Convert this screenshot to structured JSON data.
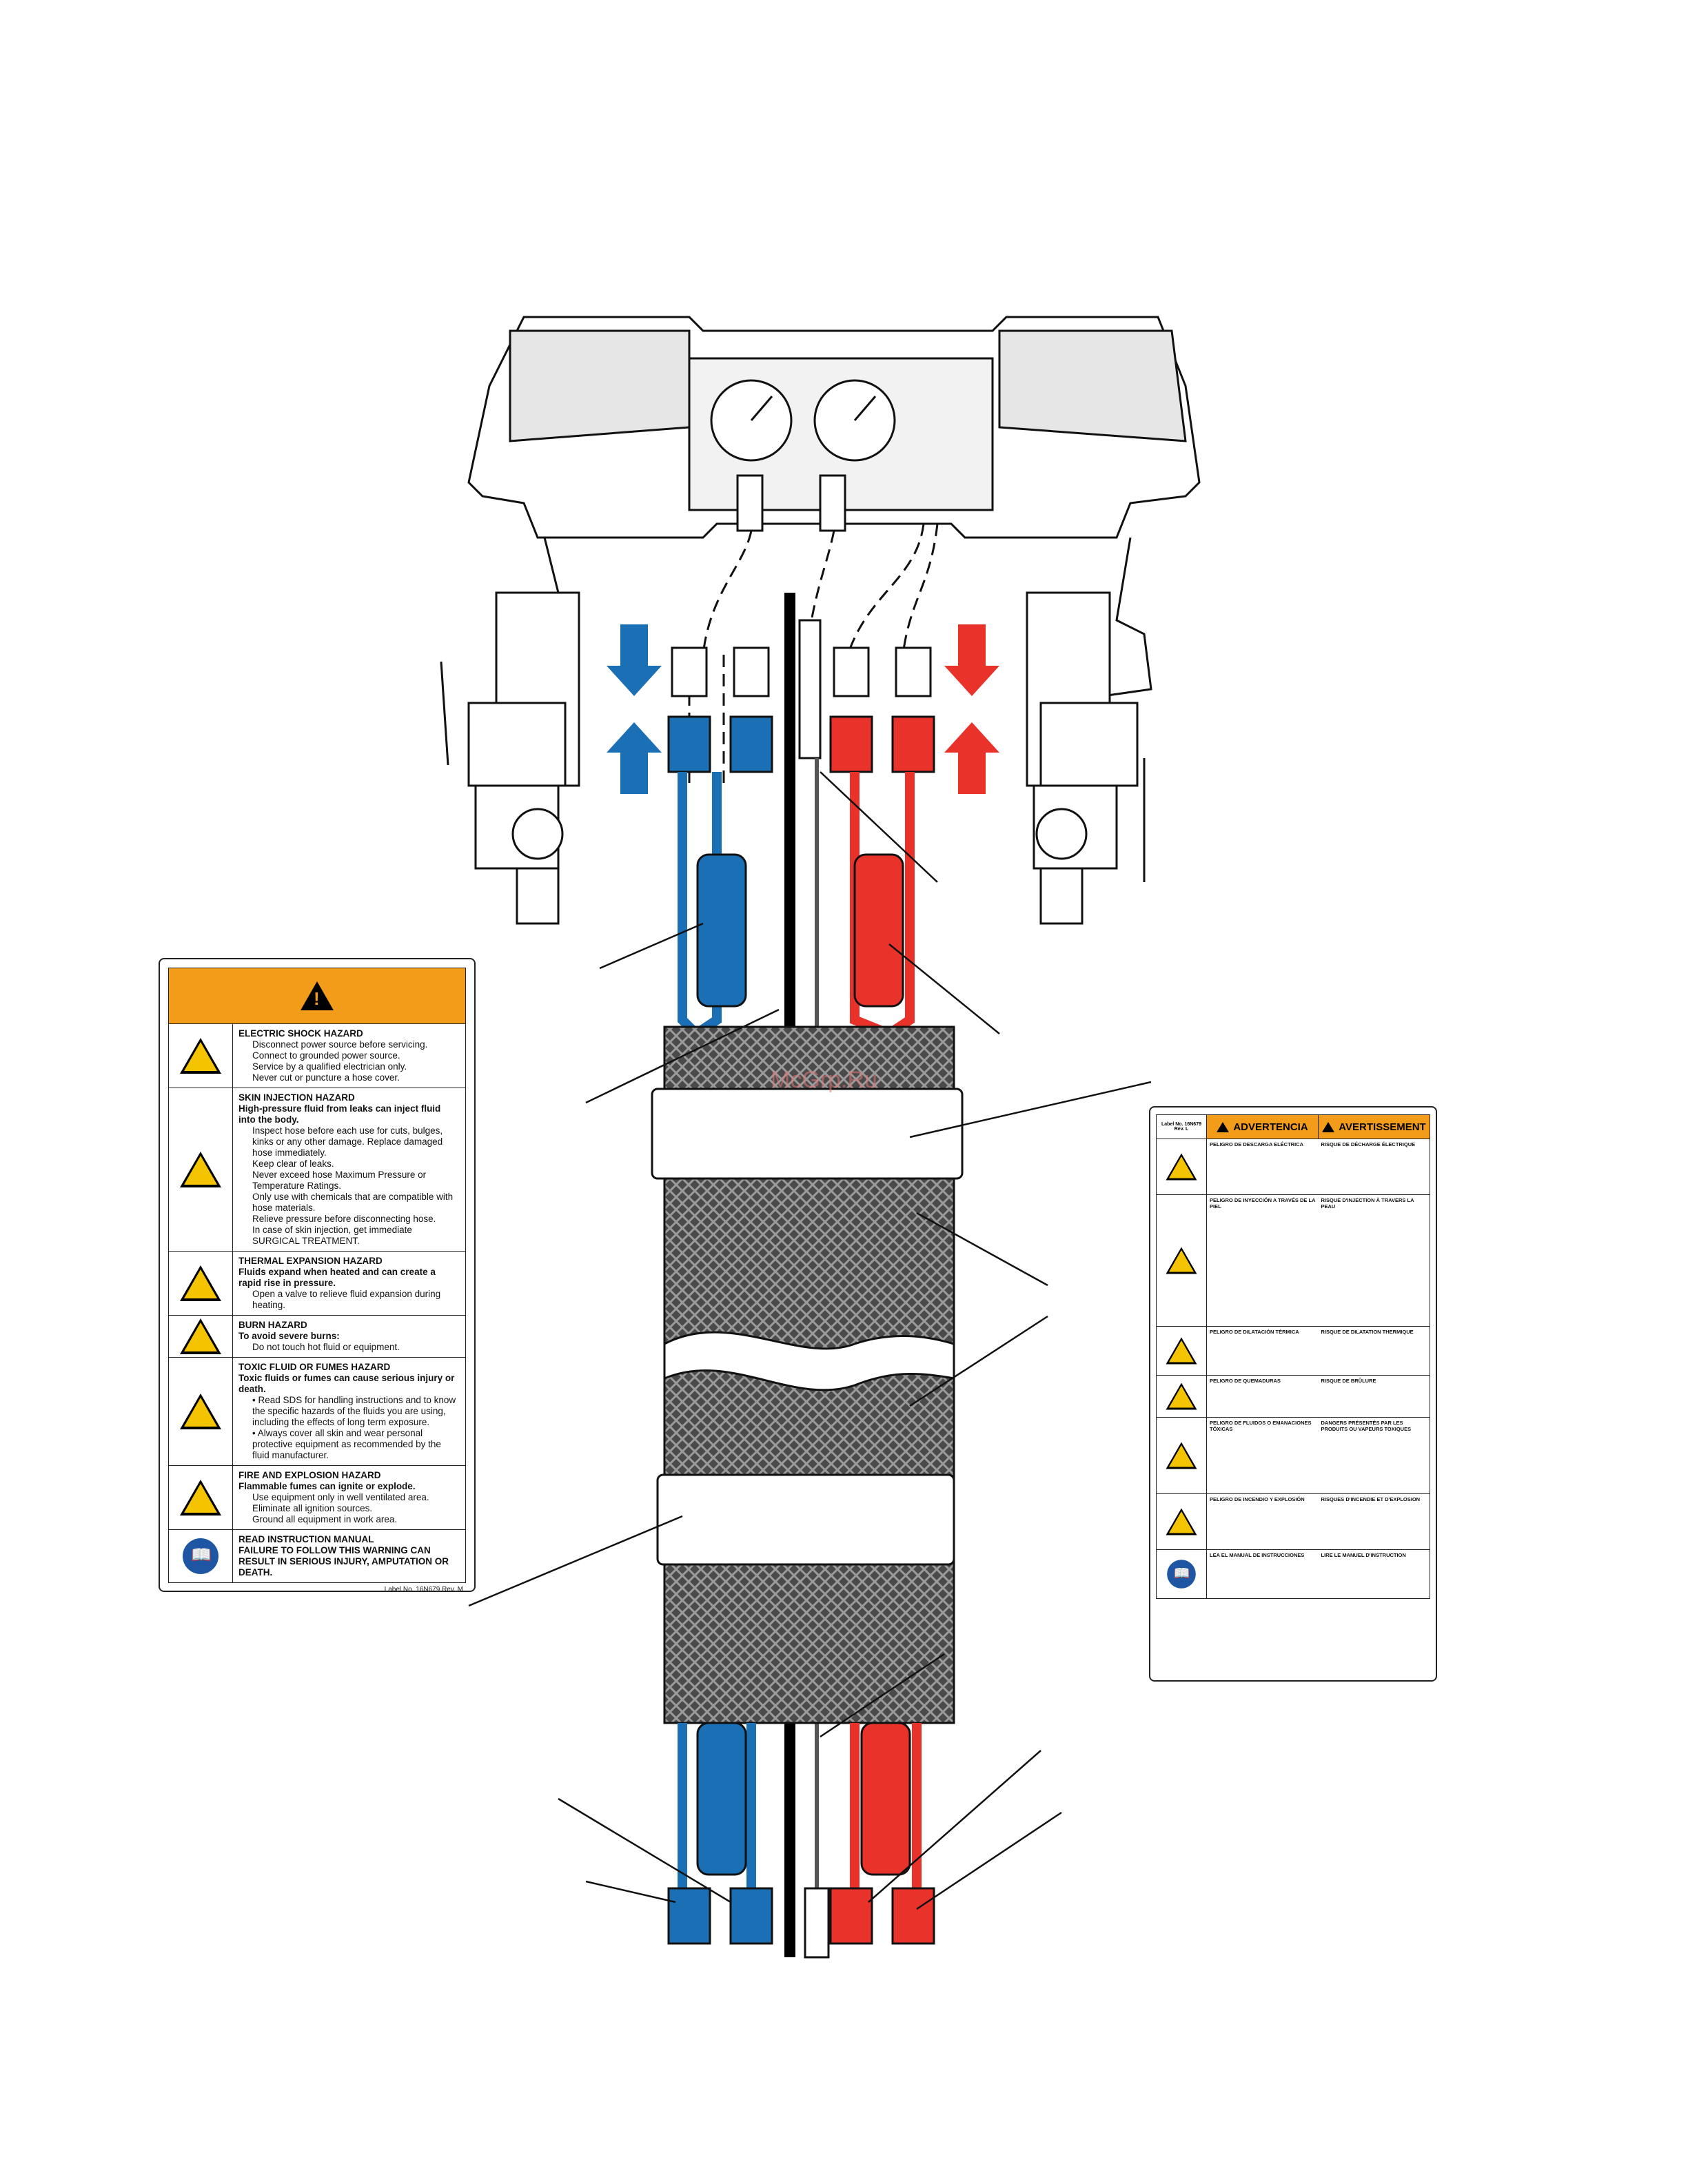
{
  "warning_label_en": {
    "rows": [
      {
        "icon": "electric-shock-icon",
        "title": "ELECTRIC SHOCK HAZARD",
        "lines": [
          "Disconnect power source before servicing.",
          "Connect to grounded power source.",
          "Service by a qualified electrician only.",
          "Never cut or puncture a hose cover."
        ]
      },
      {
        "icon": "skin-injection-icon",
        "title": "SKIN INJECTION HAZARD",
        "subtitle": "High-pressure fluid from leaks can inject fluid into the body.",
        "lines": [
          "Inspect hose before each use for cuts, bulges, kinks or any other damage. Replace damaged hose immediately.",
          "Keep clear of leaks.",
          "Never exceed hose Maximum Pressure or Temperature Ratings.",
          "Only use with chemicals that are compatible with hose materials.",
          "Relieve pressure before disconnecting hose.",
          "In case of skin injection, get immediate SURGICAL TREATMENT."
        ]
      },
      {
        "icon": "thermal-expansion-icon",
        "title": "THERMAL EXPANSION HAZARD",
        "subtitle": "Fluids expand when heated and can create a rapid rise in pressure.",
        "lines": [
          "Open a valve to relieve fluid expansion during heating."
        ]
      },
      {
        "icon": "burn-icon",
        "title": "BURN HAZARD",
        "subtitle": "To avoid severe burns:",
        "lines": [
          "Do not touch hot fluid or equipment."
        ]
      },
      {
        "icon": "toxic-fumes-icon",
        "title": "TOXIC FLUID OR FUMES HAZARD",
        "subtitle": "Toxic fluids or fumes can cause serious injury or death.",
        "bullets": [
          "Read SDS for handling instructions and to know the specific hazards of the fluids you are using, including the effects of long term exposure.",
          "Always cover all skin and wear personal protective equipment as recommended by the fluid manufacturer."
        ]
      },
      {
        "icon": "fire-explosion-icon",
        "title": "FIRE AND EXPLOSION HAZARD",
        "subtitle": "Flammable fumes can ignite or explode.",
        "lines": [
          "Use equipment only in well ventilated area.",
          "Eliminate all ignition sources.",
          "Ground all equipment in work area."
        ]
      },
      {
        "icon": "read-manual-icon",
        "title": "READ INSTRUCTION MANUAL",
        "subtitle": "FAILURE TO FOLLOW THIS WARNING CAN RESULT IN SERIOUS INJURY, AMPUTATION OR DEATH."
      }
    ],
    "label_number": "Label No. 16N679 Rev. M"
  },
  "warning_label_ml": {
    "header_left": "Label No. 16N679 Rev. L",
    "header_es": "ADVERTENCIA",
    "header_fr": "AVERTISSEMENT",
    "rows": [
      {
        "icon": "electric-shock-icon",
        "es": "PELIGRO DE DESCARGA ELÉCTRICA",
        "fr": "RISQUE DE DÉCHARGE ÉLECTRIQUE"
      },
      {
        "icon": "skin-injection-icon",
        "es": "PELIGRO DE INYECCIÓN A TRAVÉS DE LA PIEL",
        "fr": "RISQUE D'INJECTION À TRAVERS LA PEAU"
      },
      {
        "icon": "thermal-expansion-icon",
        "es": "PELIGRO DE DILATACIÓN TÉRMICA",
        "fr": "RISQUE DE DILATATION THERMIQUE"
      },
      {
        "icon": "burn-icon",
        "es": "PELIGRO DE QUEMADURAS",
        "fr": "RISQUE DE BRÛLURE"
      },
      {
        "icon": "toxic-fumes-icon",
        "es": "PELIGRO DE FLUIDOS O EMANACIONES TÓXICAS",
        "fr": "DANGERS PRÉSENTÉS PAR LES PRODUITS OU VAPEURS TOXIQUES"
      },
      {
        "icon": "fire-explosion-icon",
        "es": "PELIGRO DE INCENDIO Y EXPLOSIÓN",
        "fr": "RISQUES D'INCENDIE ET D'EXPLOSION"
      },
      {
        "icon": "read-manual-icon",
        "es": "LEA EL MANUAL DE INSTRUCCIONES",
        "fr": "LIRE LE MANUEL D'INSTRUCTION"
      }
    ]
  },
  "watermark": "McGrp.Ru",
  "colors": {
    "hot": "#e8322a",
    "cold": "#1a6fb5",
    "label_orange": "#f39c1a",
    "hose_wrap": "#555555"
  }
}
